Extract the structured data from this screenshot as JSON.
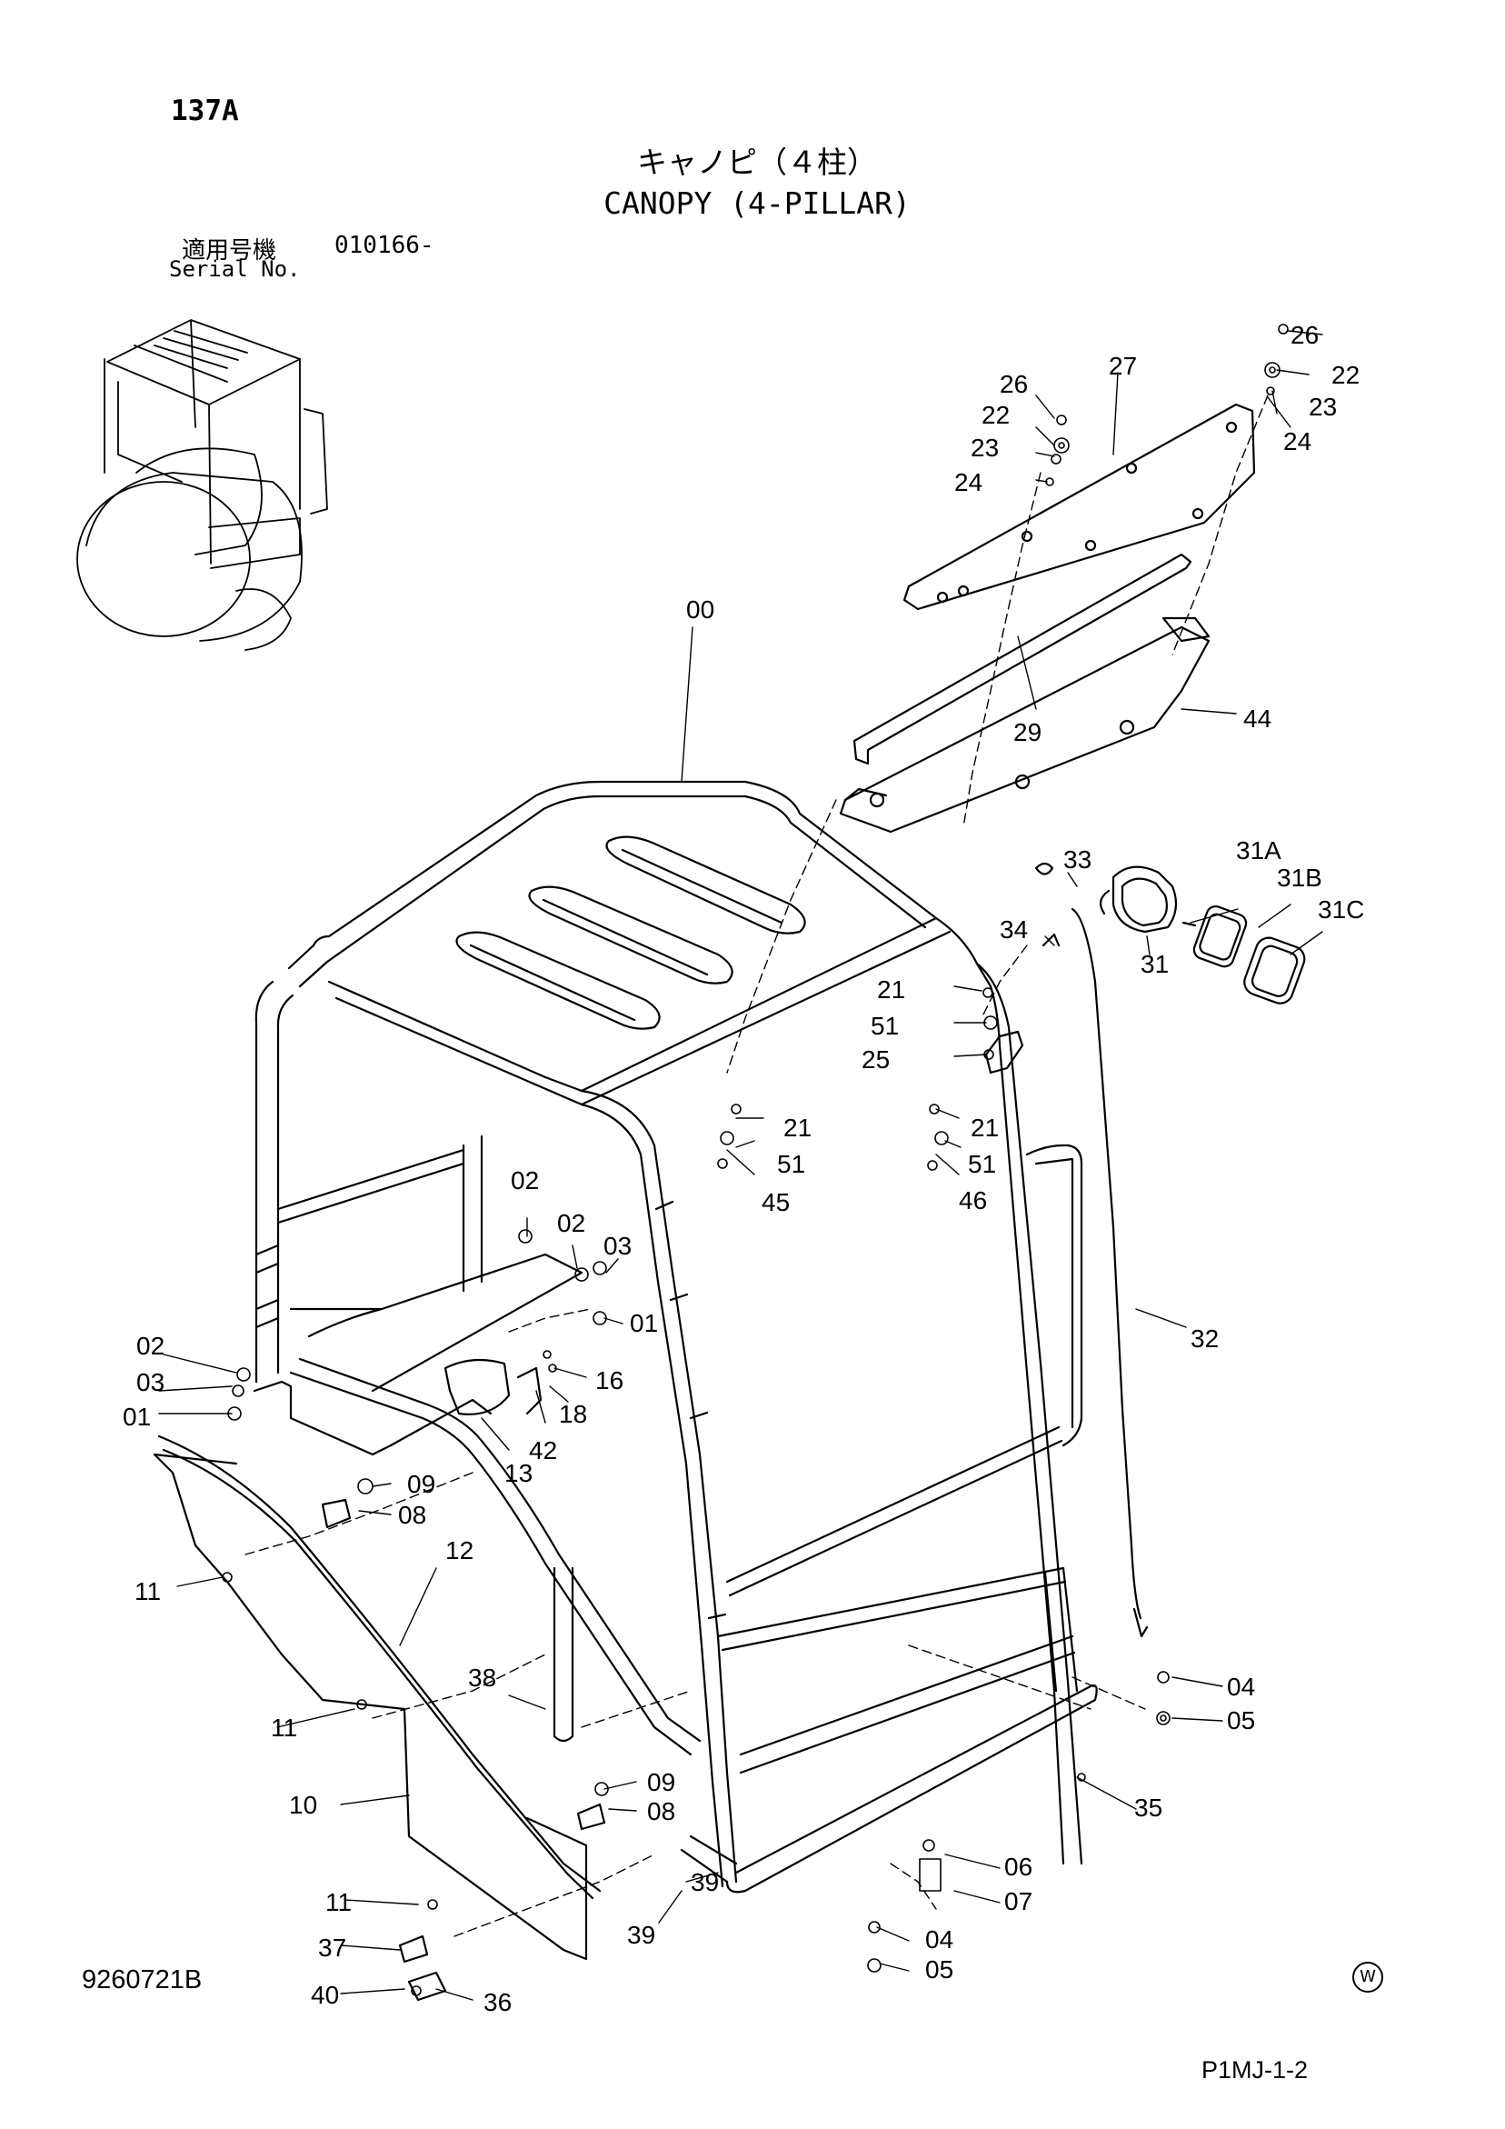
{
  "header": {
    "page_code": "137A",
    "title_jp": "キャノピ（４柱）",
    "title_en": "CANOPY (4-PILLAR)",
    "serial_label_jp": "適用号機",
    "serial_value": "010166-",
    "serial_label_en": "Serial No."
  },
  "footer": {
    "document_number": "9260721B",
    "page_reference": "P1MJ-1-2",
    "mark": "W"
  },
  "part_labels": [
    "00",
    "26",
    "27",
    "22",
    "23",
    "24",
    "26",
    "22",
    "23",
    "24",
    "29",
    "44",
    "33",
    "31A",
    "31B",
    "31C",
    "34",
    "31",
    "21",
    "51",
    "25",
    "21",
    "51",
    "45",
    "21",
    "51",
    "46",
    "02",
    "02",
    "03",
    "01",
    "02",
    "03",
    "01",
    "16",
    "18",
    "42",
    "13",
    "32",
    "09",
    "08",
    "11",
    "12",
    "11",
    "38",
    "10",
    "09",
    "08",
    "39",
    "39",
    "11",
    "37",
    "40",
    "36",
    "04",
    "05",
    "35",
    "06",
    "07",
    "04",
    "05"
  ]
}
